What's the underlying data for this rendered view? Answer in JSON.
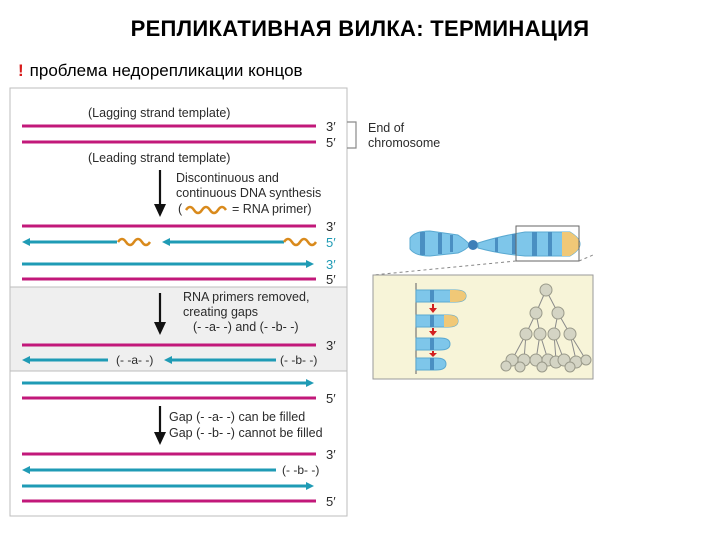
{
  "title": "РЕПЛИКАТИВНАЯ ВИЛКА: ТЕРМИНАЦИЯ",
  "subtitle": {
    "mark": "!",
    "text": "проблема недорепликации концов"
  },
  "diagram": {
    "panel1": {
      "lagging_label": "(Lagging strand template)",
      "leading_label": "(Leading strand template)",
      "prime3": "3′",
      "prime5": "5′",
      "end_label_1": "End of",
      "end_label_2": "chromosome",
      "step_1": "Discontinuous and",
      "step_2": "continuous DNA synthesis",
      "primer_open": "(",
      "primer_text": "= RNA primer)"
    },
    "panel2": {
      "step_1": "RNA primers removed,",
      "step_2": "creating gaps",
      "step_3": "(- -a- -) and (- -b- -)",
      "gap_a": "(- -a- -)",
      "gap_b": "(- -b- -)"
    },
    "panel3": {
      "step_1": "Gap (- -a- -) can be filled",
      "step_2": "Gap (- -b- -) cannot be filled",
      "gap_b": "(- -b- -)"
    },
    "colors": {
      "template": "#c2187a",
      "new_strand": "#1f9bb5",
      "primer": "#d98a1c",
      "panel_mid": "#efefef",
      "arrow": "#111111",
      "gap_arrow": "#d22020"
    }
  }
}
